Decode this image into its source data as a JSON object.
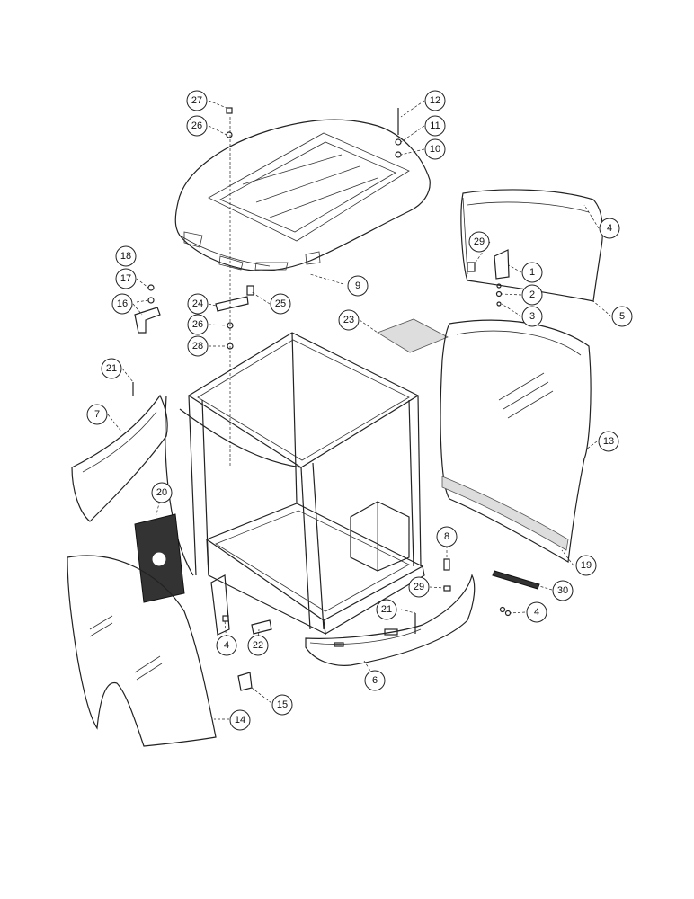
{
  "callouts": [
    {
      "id": "c27a",
      "label": "27"
    },
    {
      "id": "c26a",
      "label": "26"
    },
    {
      "id": "c12",
      "label": "12"
    },
    {
      "id": "c11",
      "label": "11"
    },
    {
      "id": "c10",
      "label": "10"
    },
    {
      "id": "c4a",
      "label": "4"
    },
    {
      "id": "c29a",
      "label": "29"
    },
    {
      "id": "c1",
      "label": "1"
    },
    {
      "id": "c2",
      "label": "2"
    },
    {
      "id": "c3",
      "label": "3"
    },
    {
      "id": "c5",
      "label": "5"
    },
    {
      "id": "c18",
      "label": "18"
    },
    {
      "id": "c17",
      "label": "17"
    },
    {
      "id": "c16",
      "label": "16"
    },
    {
      "id": "c24",
      "label": "24"
    },
    {
      "id": "c25",
      "label": "25"
    },
    {
      "id": "c26b",
      "label": "26"
    },
    {
      "id": "c28",
      "label": "28"
    },
    {
      "id": "c9",
      "label": "9"
    },
    {
      "id": "c23",
      "label": "23"
    },
    {
      "id": "c21a",
      "label": "21"
    },
    {
      "id": "c7",
      "label": "7"
    },
    {
      "id": "c13",
      "label": "13"
    },
    {
      "id": "c20",
      "label": "20"
    },
    {
      "id": "c8",
      "label": "8"
    },
    {
      "id": "c19",
      "label": "19"
    },
    {
      "id": "c29b",
      "label": "29"
    },
    {
      "id": "c30",
      "label": "30"
    },
    {
      "id": "c21b",
      "label": "21"
    },
    {
      "id": "c4b",
      "label": "4"
    },
    {
      "id": "c4c",
      "label": "4"
    },
    {
      "id": "c22",
      "label": "22"
    },
    {
      "id": "c6",
      "label": "6"
    },
    {
      "id": "c15",
      "label": "15"
    },
    {
      "id": "c14",
      "label": "14"
    }
  ]
}
